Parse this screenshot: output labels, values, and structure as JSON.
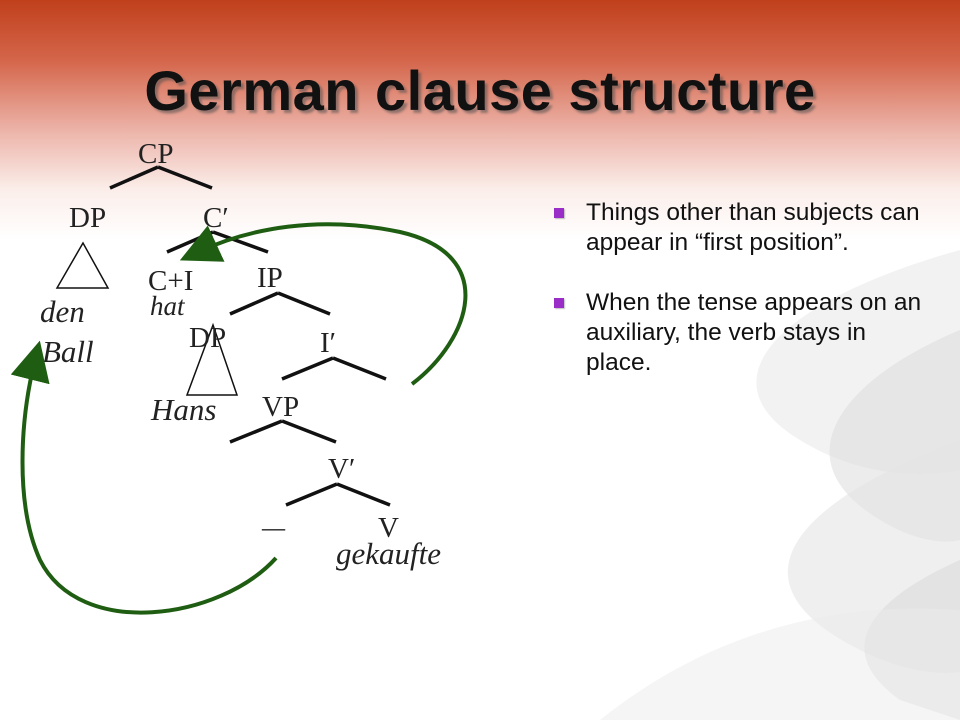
{
  "slide": {
    "title": "German clause structure"
  },
  "tree": {
    "nodes": {
      "cp": "CP",
      "dp1": "DP",
      "c_bar": "C′",
      "c_i": "C+I",
      "ip": "IP",
      "dp2": "DP",
      "i_bar": "I′",
      "vp": "VP",
      "v_bar": "V′",
      "v": "V"
    },
    "words": {
      "den": "den",
      "ball": "Ball",
      "hat": "hat",
      "hans": "Hans",
      "gap": "—",
      "gekaufte": "gekaufte"
    },
    "line_color": "#111111",
    "arrow_color": "#1f5e12"
  },
  "bullets": [
    {
      "text": "Things other than subjects can appear in “first position”."
    },
    {
      "text": "When the tense appears on an auxiliary, the verb stays in place."
    }
  ],
  "colors": {
    "bullet": "#9a2cc8",
    "header_gradient_top": "#c0401c"
  }
}
